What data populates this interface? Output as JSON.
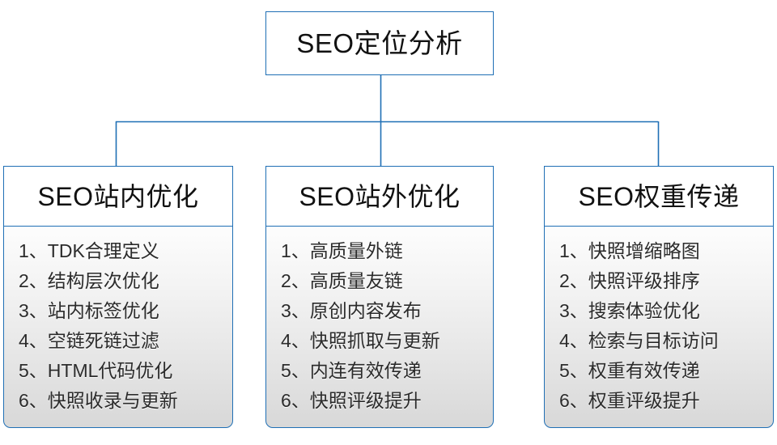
{
  "diagram": {
    "root": {
      "title": "SEO定位分析"
    },
    "branches": [
      {
        "id": "seo-onsite",
        "title": "SEO站内优化",
        "items": [
          "1、TDK合理定义",
          "2、结构层次优化",
          "3、站内标签优化",
          "4、空链死链过滤",
          "5、HTML代码优化",
          "6、快照收录与更新"
        ]
      },
      {
        "id": "seo-offsite",
        "title": "SEO站外优化",
        "items": [
          "1、高质量外链",
          "2、高质量友链",
          "3、原创内容发布",
          "4、快照抓取与更新",
          "5、内连有效传递",
          "6、快照评级提升"
        ]
      },
      {
        "id": "seo-weight",
        "title": "SEO权重传递",
        "items": [
          "1、快照增缩略图",
          "2、快照评级排序",
          "3、搜索体验优化",
          "4、检索与目标访问",
          "5、权重有效传递",
          "6、权重评级提升"
        ]
      }
    ],
    "colors": {
      "border": "#1f6fb5",
      "connector": "#1f6fb5",
      "header_background": "#ffffff",
      "body_gradient_top": "#fdfdfd",
      "body_gradient_bottom": "#d8d8d8",
      "text": "#111111",
      "canvas_background": "#ffffff"
    }
  }
}
